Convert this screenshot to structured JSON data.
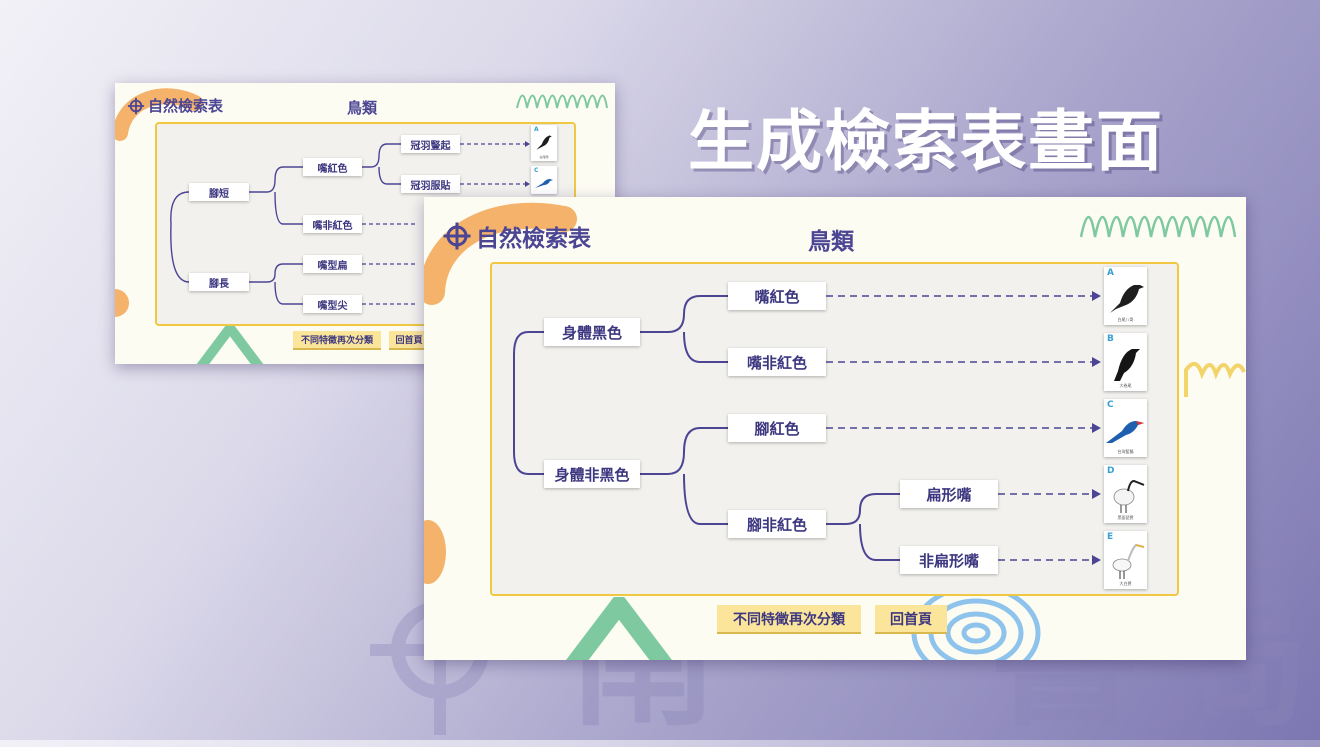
{
  "heading": "生成檢索表畫面",
  "watermark": [
    "南",
    "書",
    "局"
  ],
  "app_name": "自然檢索表",
  "page_title": "鳥類",
  "back_screen": {
    "nodes": {
      "jiao_duan": "腳短",
      "jiao_chang": "腳長",
      "zui_hong": "嘴紅色",
      "zui_fei_hong": "嘴非紅色",
      "zui_bian": "嘴型扁",
      "zui_jian": "嘴型尖",
      "guan_shu": "冠羽豎起",
      "guan_fu": "冠羽服貼"
    },
    "cards": [
      {
        "letter": "A",
        "caption": "白尾鴝"
      },
      {
        "letter": "C",
        "caption": ""
      }
    ],
    "buttons": {
      "reclassify": "不同特徵再次分類",
      "home": "回首頁"
    }
  },
  "front_screen": {
    "nodes": {
      "body_black": "身體黑色",
      "body_not_black": "身體非黑色",
      "beak_red": "嘴紅色",
      "beak_not_red": "嘴非紅色",
      "feet_red": "腳紅色",
      "feet_not_red": "腳非紅色",
      "flat_beak": "扁形嘴",
      "not_flat_beak": "非扁形嘴"
    },
    "cards": [
      {
        "letter": "A",
        "caption": "白尾八哥"
      },
      {
        "letter": "B",
        "caption": "大卷尾"
      },
      {
        "letter": "C",
        "caption": "台灣藍鵲"
      },
      {
        "letter": "D",
        "caption": "黑面琵鷺"
      },
      {
        "letter": "E",
        "caption": "大白鷺"
      }
    ],
    "buttons": {
      "reclassify": "不同特徵再次分類",
      "home": "回首頁"
    }
  },
  "colors": {
    "line": "#4b4594",
    "panel_border": "#f0c842",
    "button": "#fbe59a",
    "accent_orange": "#f4b26a",
    "accent_green": "#7fc9a0",
    "accent_blue": "#8ec3ec",
    "accent_yellow": "#f3d46b"
  },
  "icons": [
    "logo-compass-icon",
    "bird-icon"
  ]
}
